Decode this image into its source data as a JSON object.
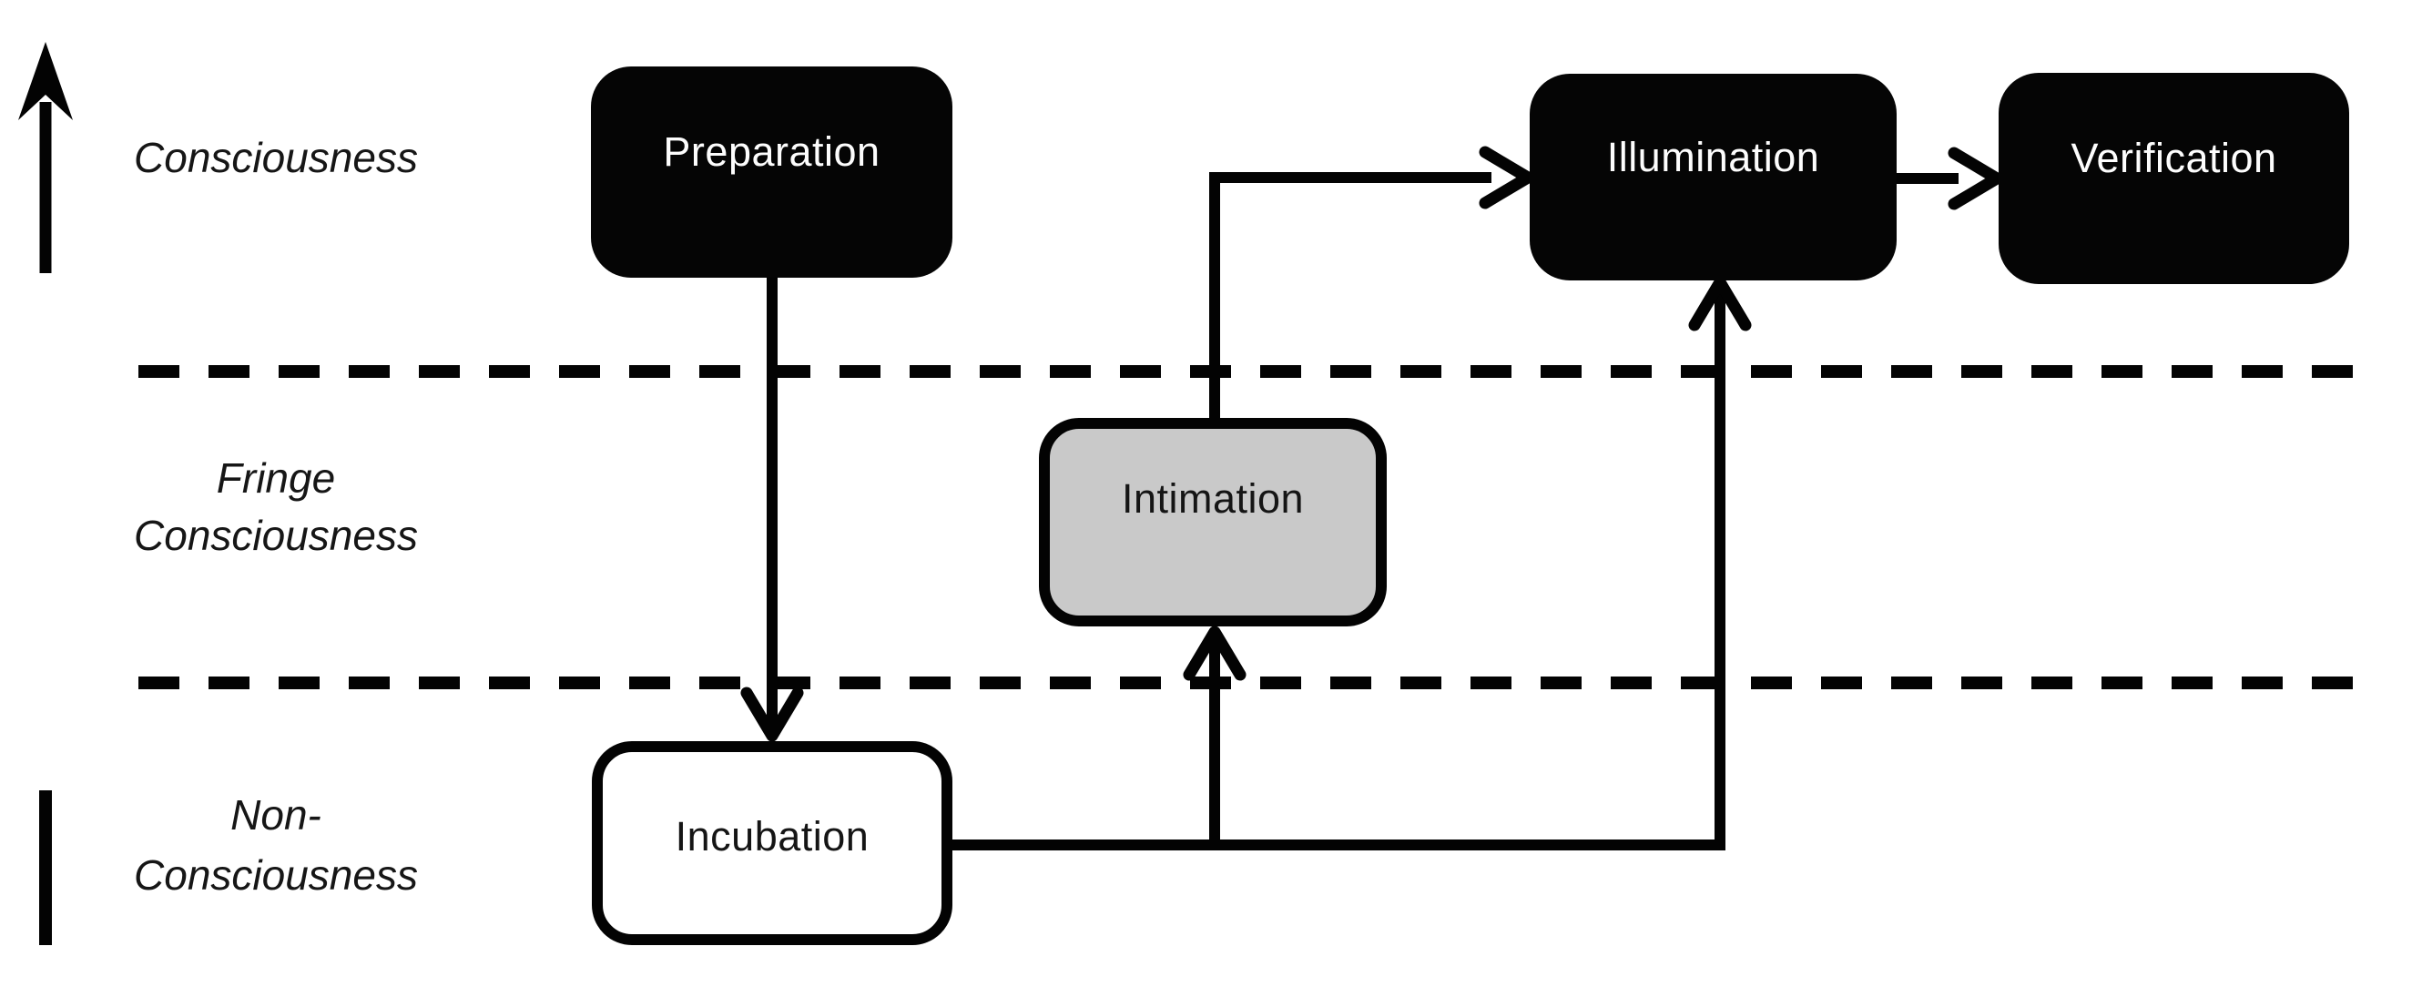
{
  "diagram": {
    "bands": {
      "top": {
        "line1": "Consciousness"
      },
      "middle": {
        "line1": "Fringe",
        "line2": "Consciousness"
      },
      "bottom": {
        "line1": "Non-",
        "line2": "Consciousness"
      }
    },
    "nodes": {
      "preparation": {
        "label": "Preparation",
        "style": "black"
      },
      "incubation": {
        "label": "Incubation",
        "style": "white-outline"
      },
      "intimation": {
        "label": "Intimation",
        "style": "gray"
      },
      "illumination": {
        "label": "Illumination",
        "style": "black"
      },
      "verification": {
        "label": "Verification",
        "style": "black"
      }
    },
    "edges": [
      {
        "from": "Preparation",
        "to": "Incubation"
      },
      {
        "from": "Incubation",
        "to": "Intimation"
      },
      {
        "from": "Incubation",
        "to": "Illumination"
      },
      {
        "from": "Intimation",
        "to": "Illumination"
      },
      {
        "from": "Illumination",
        "to": "Verification"
      }
    ],
    "icons": {
      "axis_up_arrow": "consciousness-axis-up-arrow",
      "axis_lower_segment": "non-consciousness-axis-segment",
      "arrowheads": "open-chevron"
    },
    "colors": {
      "node_black": "#050505",
      "node_gray": "#c9c9c9",
      "node_white": "#ffffff",
      "line": "#030303",
      "background": "#ffffff"
    }
  }
}
